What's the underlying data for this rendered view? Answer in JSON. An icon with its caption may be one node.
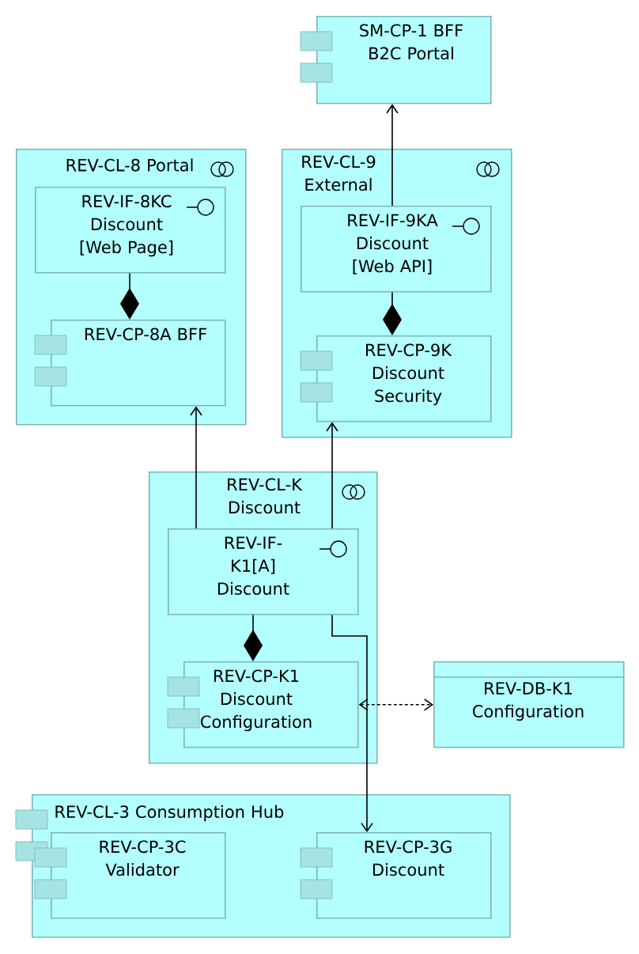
{
  "diagram": {
    "nodes": [
      {
        "text": [
          "SM-CP-1 BFF B2C Portal"
        ]
      },
      {
        "text": [
          "REV-CL-8 Portal"
        ]
      },
      {
        "text": [
          "REV-IF-8KC Discount [Web Page]"
        ],
        "in": 1
      },
      {
        "text": [
          "REV-CP-8A BFF"
        ],
        "in": 1
      },
      {
        "text": [
          "REV-CL-9 External"
        ]
      },
      {
        "text": [
          "REV-IF-9KA Discount [Web API]"
        ],
        "in": 4
      },
      {
        "text": [
          "REV-CP-9K Discount Security"
        ],
        "in": 4
      },
      {
        "text": [
          "REV-CL-K Discount"
        ]
      },
      {
        "text": [
          "REV-IF-K1[A] Discount"
        ],
        "in": 7
      },
      {
        "text": [
          "REV-CP-K1 Discount Configuration"
        ],
        "in": 7
      },
      {
        "text": [
          "REV-DB-K1 Configuration"
        ]
      },
      {
        "text": [
          "REV-CL-3 Consumption Hub"
        ]
      },
      {
        "text": [
          "REV-CP-3C Validator"
        ],
        "in": 11
      },
      {
        "text": [
          "REV-CP-3G Discount"
        ],
        "in": 11
      }
    ],
    "edges": [
      {
        "from": 2,
        "to": 3,
        "arrow": "other"
      },
      {
        "from": 5,
        "to": 6,
        "arrow": "other"
      },
      {
        "from": 8,
        "to": 9,
        "arrow": "other"
      },
      {
        "from": 5,
        "to": 0,
        "arrow": "to"
      },
      {
        "from": 8,
        "to": 3,
        "arrow": "to"
      },
      {
        "from": 8,
        "to": 6,
        "arrow": "to"
      },
      {
        "from": 8,
        "to": 13,
        "arrow": "to"
      },
      {
        "from": 9,
        "to": 10,
        "arrow": "both",
        "style": "dashed"
      }
    ]
  }
}
